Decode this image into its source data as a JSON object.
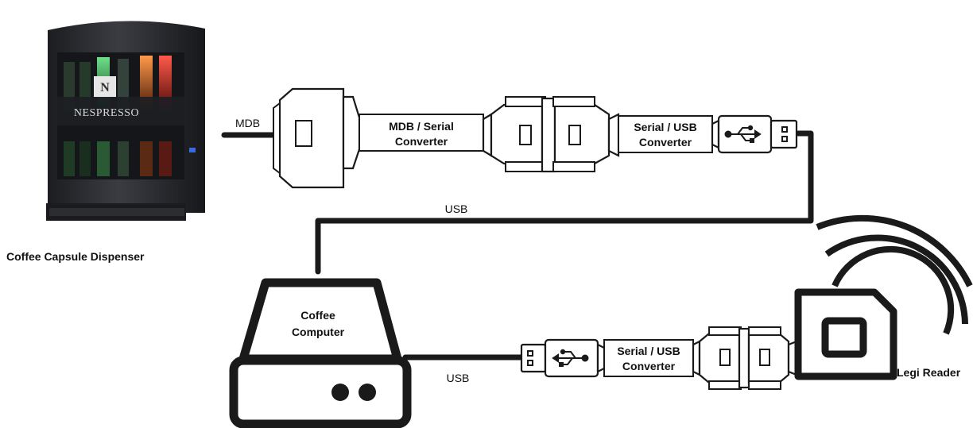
{
  "labels": {
    "dispenser": "Coffee Capsule Dispenser",
    "mdb": "MDB",
    "mdb_serial_line1": "MDB / Serial",
    "mdb_serial_line2": "Converter",
    "serial_usb_top_line1": "Serial / USB",
    "serial_usb_top_line2": "Converter",
    "usb_top": "USB",
    "computer_line1": "Coffee",
    "computer_line2": "Computer",
    "usb_bottom": "USB",
    "serial_usb_bottom_line1": "Serial / USB",
    "serial_usb_bottom_line2": "Converter",
    "legi_reader": "Legi Reader"
  },
  "dispenser_logo": "NESPRESSO",
  "colors": {
    "line": "#1a1a1a",
    "machine_body": "#2a2c30",
    "capsule_green": "#3fbf5a",
    "capsule_orange": "#e0622a",
    "capsule_red": "#e8322a"
  },
  "icons": [
    "usb-symbol-icon",
    "nespresso-logo-icon"
  ]
}
